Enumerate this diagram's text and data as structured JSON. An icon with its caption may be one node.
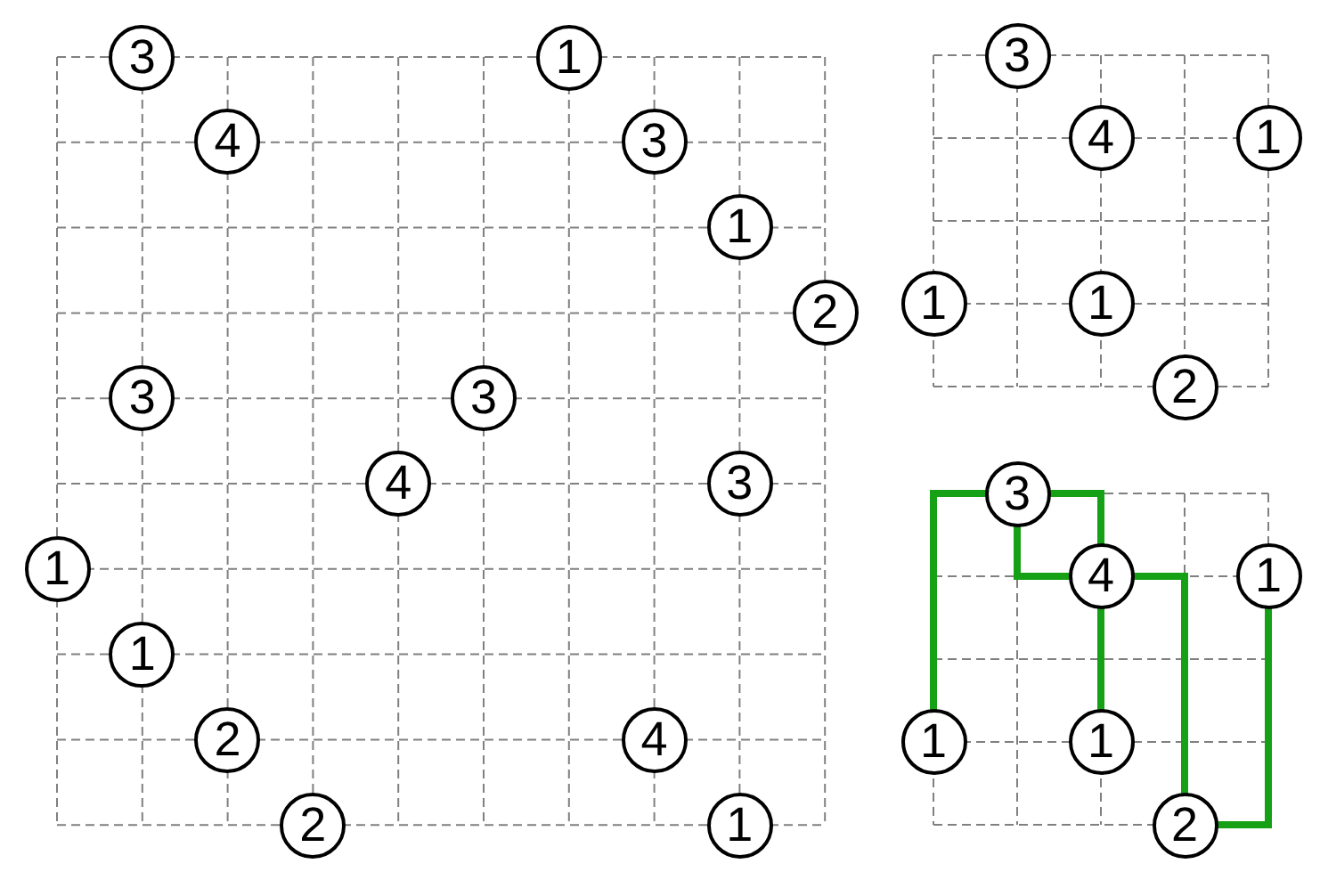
{
  "diagram": {
    "nodes": [
      {
        "text": [
          "3"
        ]
      },
      {
        "text": [
          "1"
        ]
      },
      {
        "text": [
          "4"
        ]
      },
      {
        "text": [
          "3"
        ]
      },
      {
        "text": [
          "1"
        ]
      },
      {
        "text": [
          "2"
        ]
      },
      {
        "text": [
          "3"
        ]
      },
      {
        "text": [
          "3"
        ]
      },
      {
        "text": [
          "4"
        ]
      },
      {
        "text": [
          "3"
        ]
      },
      {
        "text": [
          "1"
        ]
      },
      {
        "text": [
          "1"
        ]
      },
      {
        "text": [
          "2"
        ]
      },
      {
        "text": [
          "4"
        ]
      },
      {
        "text": [
          "2"
        ]
      },
      {
        "text": [
          "1"
        ]
      },
      {
        "text": [
          "3"
        ]
      },
      {
        "text": [
          "4"
        ]
      },
      {
        "text": [
          "1"
        ]
      },
      {
        "text": [
          "1"
        ]
      },
      {
        "text": [
          "1"
        ]
      },
      {
        "text": [
          "2"
        ]
      },
      {
        "text": [
          "3"
        ]
      },
      {
        "text": [
          "4"
        ]
      },
      {
        "text": [
          "1"
        ]
      },
      {
        "text": [
          "1"
        ]
      },
      {
        "text": [
          "1"
        ]
      },
      {
        "text": [
          "2"
        ]
      }
    ],
    "edges": [
      {
        "from": 25,
        "to": 22,
        "arrow": "none"
      },
      {
        "from": 22,
        "to": 23,
        "arrow": "none"
      },
      {
        "from": 22,
        "to": 23,
        "arrow": "none"
      },
      {
        "from": 23,
        "to": 26,
        "arrow": "none"
      },
      {
        "from": 23,
        "to": 27,
        "arrow": "none"
      },
      {
        "from": 24,
        "to": 27,
        "arrow": "none"
      }
    ]
  }
}
